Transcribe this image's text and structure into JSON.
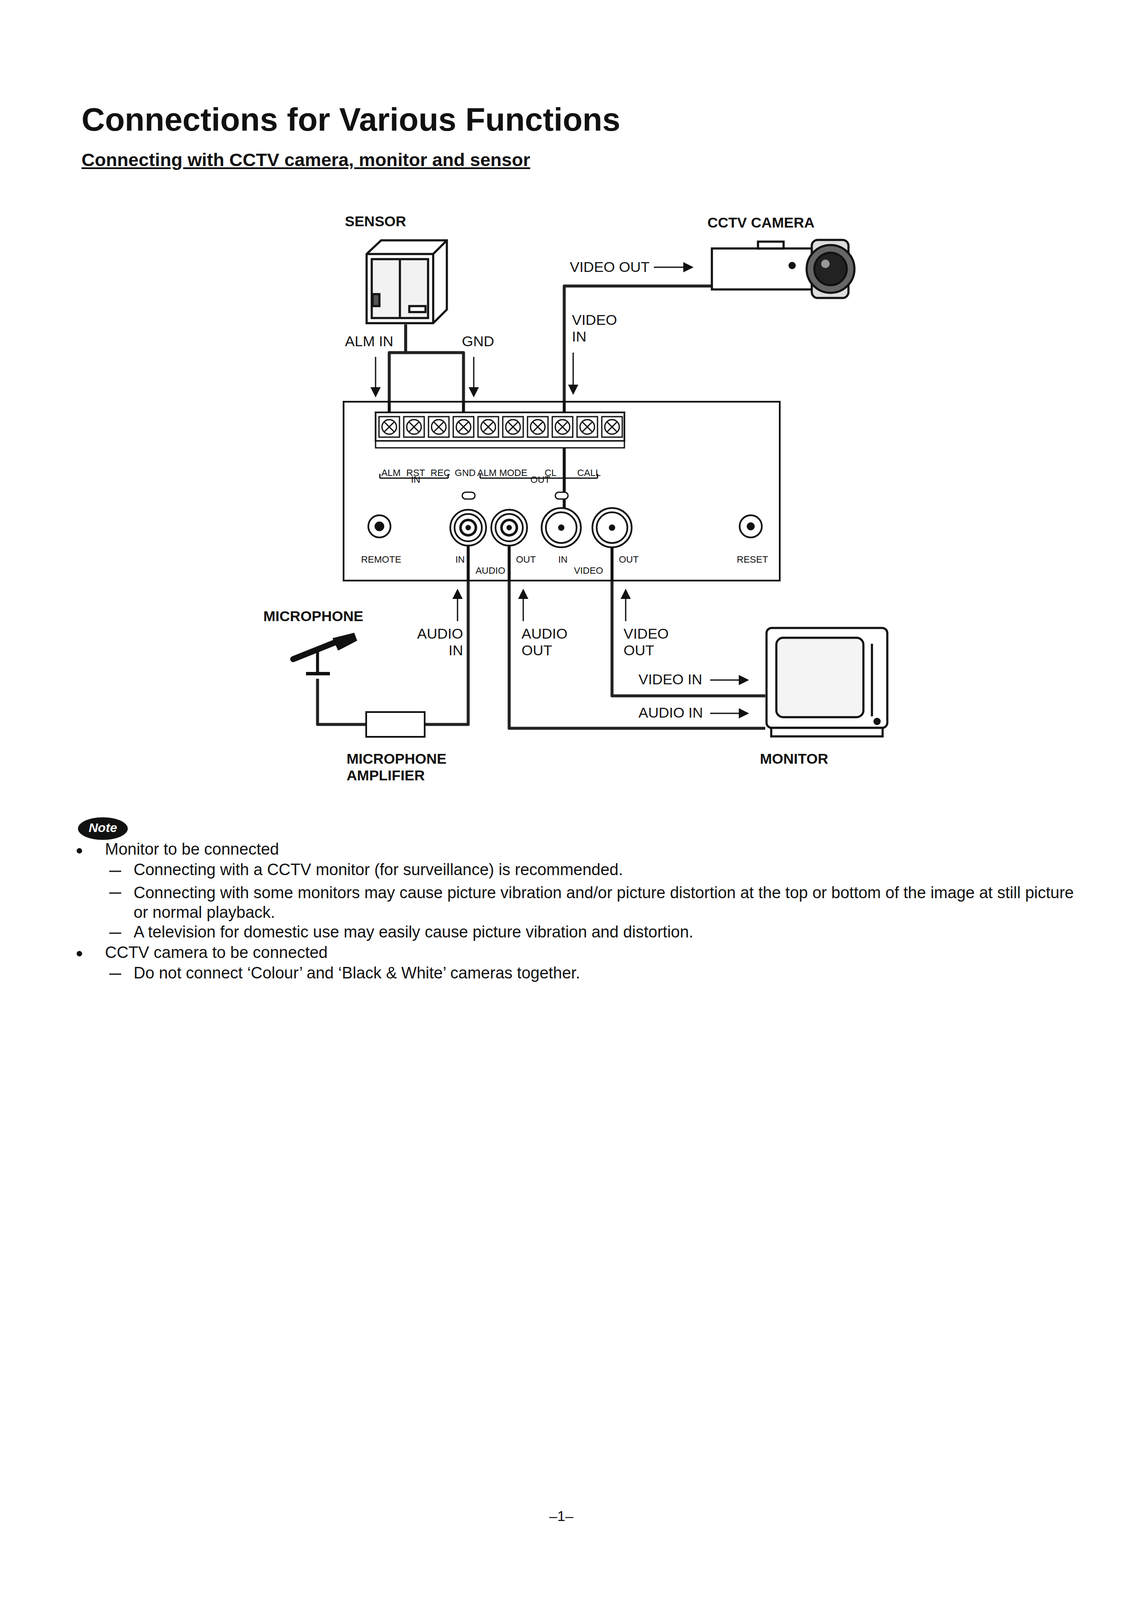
{
  "diagram": {
    "title": "Connections for Various Functions",
    "nodes": [
      {
        "text": [
          "SENSOR"
        ]
      },
      {
        "text": [
          "CCTV CAMERA"
        ]
      },
      {
        "text": [
          "ALM",
          "RST",
          "REC",
          "GND",
          "ALM MODE",
          "CL",
          "CALL",
          "IN",
          "OUT",
          "REMOTE",
          "IN",
          "OUT",
          "AUDIO",
          "IN",
          "OUT",
          "VIDEO",
          "RESET"
        ]
      },
      {
        "text": [
          "MICROPHONE"
        ]
      },
      {
        "text": [
          "MICROPHONE AMPLIFIER"
        ]
      },
      {
        "text": [
          "MONITOR"
        ]
      }
    ],
    "edges": [
      {
        "from": 0,
        "to": 2,
        "label": "ALM IN",
        "arrow": "none"
      },
      {
        "from": 0,
        "to": 2,
        "label": "GND",
        "arrow": "none"
      },
      {
        "from": 1,
        "to": 2,
        "label": "VIDEO IN",
        "arrow": "none"
      },
      {
        "from": 3,
        "to": 4,
        "arrow": "none"
      },
      {
        "from": 4,
        "to": 2,
        "label": "AUDIO IN",
        "arrow": "none"
      },
      {
        "from": 2,
        "to": 5,
        "label": "AUDIO OUT",
        "arrow": "none"
      },
      {
        "from": 2,
        "to": 5,
        "label": "VIDEO OUT",
        "arrow": "none"
      }
    ],
    "labels": [
      "Connecting with CCTV camera, monitor and sensor",
      "VIDEO OUT",
      "VIDEO IN",
      "AUDIO IN",
      "Note",
      "Monitor to be connected",
      "Connecting with a CCTV monitor (for surveillance) is recommended.",
      "Connecting with some monitors may cause picture vibration and/or picture distortion at the top or bottom of the image at still picture or normal playback.",
      "A television for domestic use may easily cause picture vibration and distortion.",
      "CCTV camera to be connected",
      "Do not connect ‘Colour’ and ‘Black & White’ cameras together.",
      "–1–"
    ]
  }
}
